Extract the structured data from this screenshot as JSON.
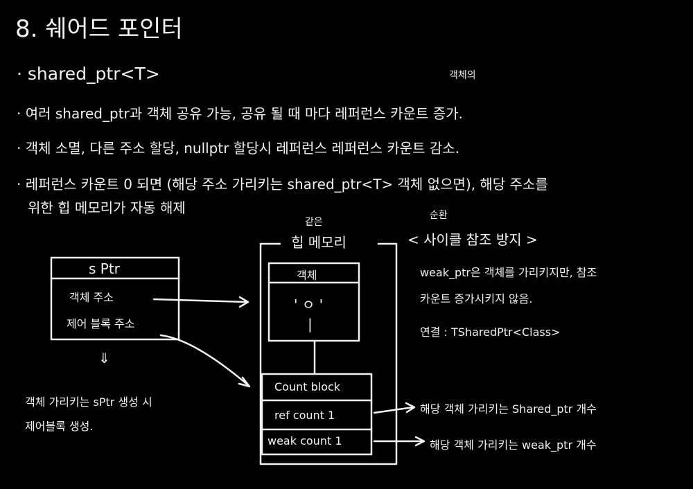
{
  "title": "8. 쉐어드 포인터",
  "bullets": {
    "b1": "· shared_ptr<T>",
    "b2_note": "객체의",
    "b2": "· 여러 shared_ptr과 객체 공유 가능, 공유 될 때 마다 레퍼런스 카운트 증가.",
    "b3": "· 객체 소멸, 다른 주소 할당, nullptr 할당시 레퍼런스 레퍼런스 카운트 감소.",
    "b4_line1": "· 레퍼런스 카운트 0 되면 (해당 주소 가리키는 shared_ptr<T> 객체 없으면), 해당 주소를",
    "b4_line2": "위한 힙 메모리가 자동 해제"
  },
  "diagram": {
    "sptr_box": {
      "title": "s Ptr",
      "row1": "객체 주소",
      "row2": "제어 블록 주소"
    },
    "down_arrow": "⇓",
    "left_note_line1": "객체 가리키는 sPtr 생성 시",
    "left_note_line2": "제어블록 생성.",
    "heap_note": "같은",
    "heap_label": "힙 메모리",
    "object_box": {
      "title": "객체",
      "content": "' ㅇ '",
      "bar": "|"
    },
    "count_block": {
      "title": "Count block",
      "ref": "ref count 1",
      "weak": "weak count 1"
    },
    "ref_desc": "해당 객체 가리키는 Shared_ptr 개수",
    "weak_desc": "해당 객체 가리키는 weak_ptr 개수",
    "cycle_note": "순환",
    "cycle_title": "< 사이클 참조 방지 >",
    "weak_note_line1": "weak_ptr은 객체를 가리키지만, 참조",
    "weak_note_line2": "카운트 증가시키지 않음.",
    "alias": "연결 : TSharedPtr<Class>"
  }
}
